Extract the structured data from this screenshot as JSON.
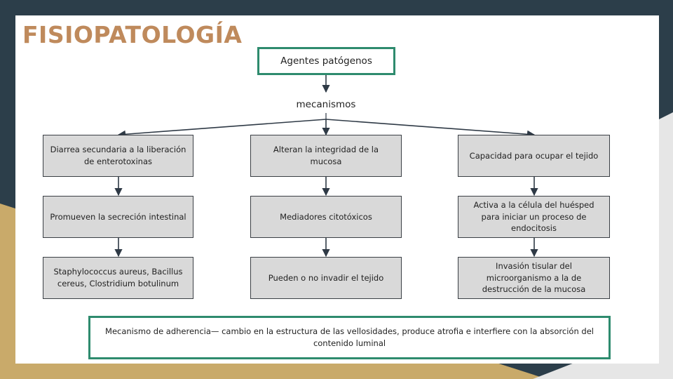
{
  "slide": {
    "title": "FISIOPATOLOGÍA",
    "colors": {
      "title": "#bf8a5c",
      "frame_dark": "#2c3e4a",
      "frame_gold": "#c9aa6a",
      "accent_border": "#2e8b6e",
      "box_fill": "#d9d9d9"
    }
  },
  "diagram": {
    "root": "Agentes patógenos",
    "mechanisms_label": "mecanismos",
    "columns": [
      {
        "boxes": [
          "Diarrea secundaria a la liberación de enterotoxinas",
          "Promueven la secreción intestinal",
          "Staphylococcus aureus, Bacillus cereus, Clostridium botulinum"
        ]
      },
      {
        "boxes": [
          "Alteran la integridad de la mucosa",
          "Mediadores citotóxicos",
          "Pueden o no invadir el tejido"
        ]
      },
      {
        "boxes": [
          "Capacidad para ocupar el tejido",
          "Activa a la célula del huésped para iniciar un proceso de endocitosis",
          "Invasión tisular del microorganismo a la de destrucción de la mucosa"
        ]
      }
    ],
    "note": "Mecanismo de adherencia— cambio en la estructura de las vellosidades, produce atrofia e interfiere con la absorción del contenido luminal"
  }
}
